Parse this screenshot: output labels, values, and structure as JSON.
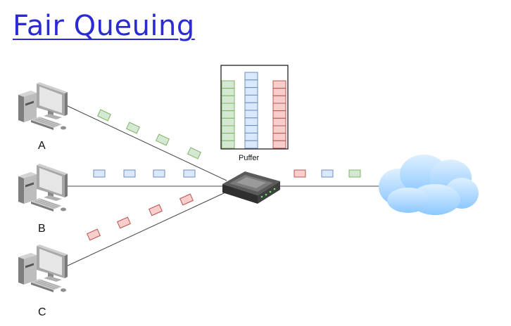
{
  "title": "Fair Queuing",
  "buffer_label": "Puffer",
  "hosts": [
    {
      "label": "A",
      "packet_color": "green"
    },
    {
      "label": "B",
      "packet_color": "blue"
    },
    {
      "label": "C",
      "packet_color": "red"
    }
  ],
  "queue_colors": {
    "green": {
      "fill": "#d5e8d4",
      "stroke": "#82b366"
    },
    "blue": {
      "fill": "#dae8fc",
      "stroke": "#6c8ebf"
    },
    "red": {
      "fill": "#f8cecc",
      "stroke": "#b85450"
    }
  },
  "output_packets": [
    "red",
    "blue",
    "green"
  ],
  "icons": {
    "host": "desktop-computer-icon",
    "router": "router-icon",
    "network": "cloud-icon"
  }
}
